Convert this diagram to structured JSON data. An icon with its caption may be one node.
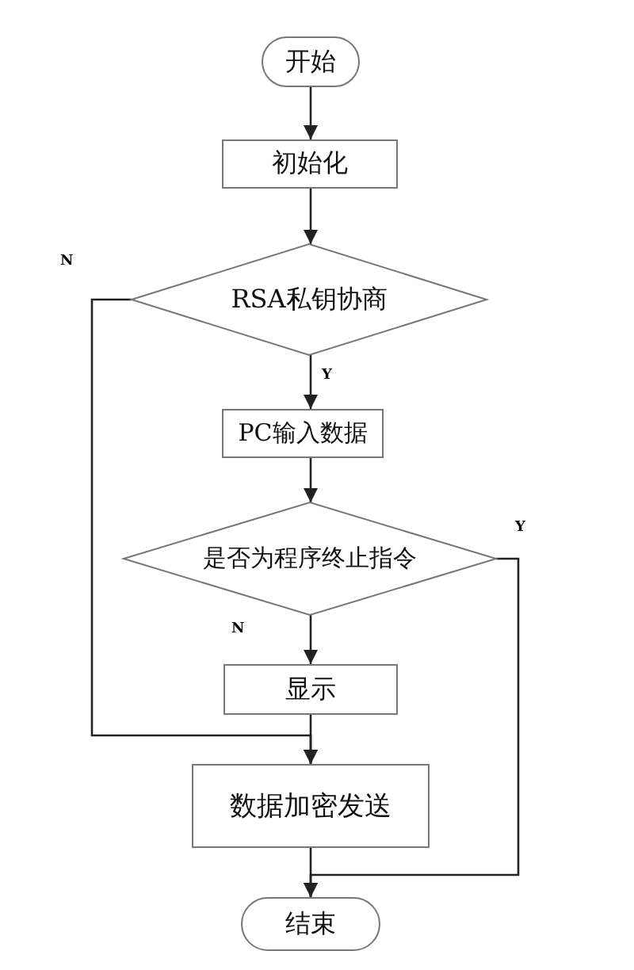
{
  "diagram": {
    "nodes": [
      {
        "text": [
          "开始"
        ]
      },
      {
        "text": [
          "初始化"
        ]
      },
      {
        "text": [
          "RSA私钥协商"
        ]
      },
      {
        "text": [
          "PC输入数据"
        ]
      },
      {
        "text": [
          "是否为程序终止指令"
        ]
      },
      {
        "text": [
          "显示"
        ]
      },
      {
        "text": [
          "数据加密发送"
        ]
      },
      {
        "text": [
          "结束"
        ]
      }
    ],
    "edges": [
      {
        "from": 0,
        "to": 1,
        "arrow": "to"
      },
      {
        "from": 1,
        "to": 2,
        "arrow": "to"
      },
      {
        "from": 2,
        "to": 3,
        "arrow": "to",
        "label": "Y"
      },
      {
        "from": 3,
        "to": 4,
        "arrow": "to"
      },
      {
        "from": 4,
        "to": 5,
        "arrow": "to",
        "label": "N"
      },
      {
        "from": 2,
        "to": 6,
        "arrow": "to",
        "label": "N"
      },
      {
        "from": 5,
        "to": 6,
        "arrow": "to"
      },
      {
        "from": 4,
        "to": 7,
        "arrow": "to",
        "label": "Y"
      },
      {
        "from": 6,
        "to": 7,
        "arrow": "to"
      }
    ]
  }
}
